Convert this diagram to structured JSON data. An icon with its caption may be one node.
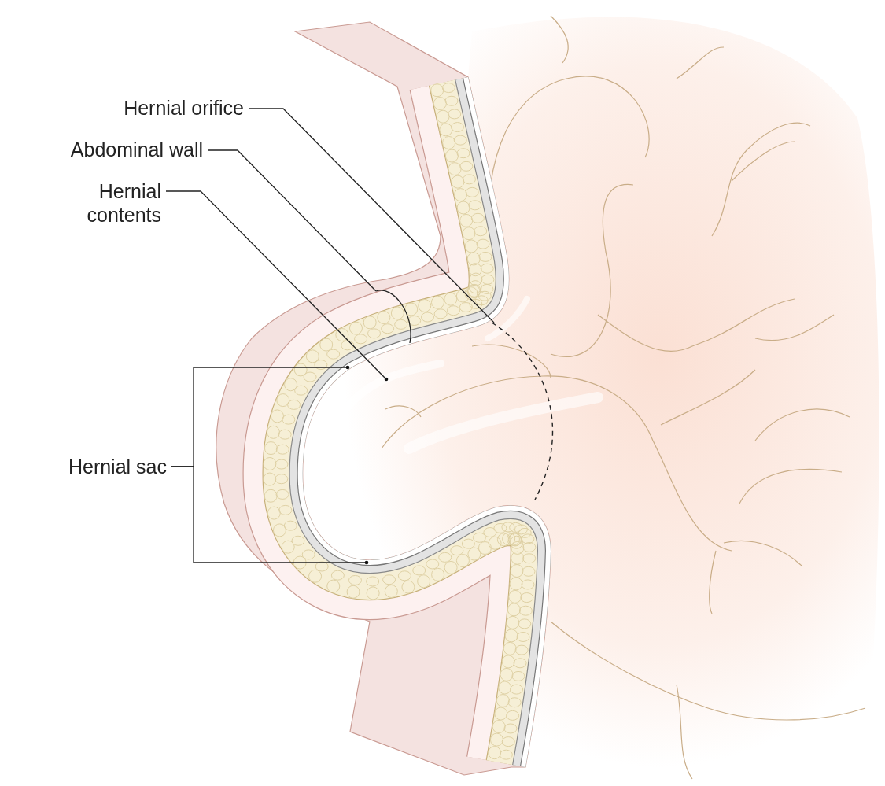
{
  "diagram": {
    "nodes": [
      {
        "text": [
          "Hernial orifice"
        ]
      },
      {
        "text": [
          "Abdominal wall"
        ]
      },
      {
        "text": [
          "Hernial contents"
        ]
      },
      {
        "text": [
          "Hernial sac"
        ]
      },
      {
        "text": [],
        "shape": "arc"
      }
    ],
    "edges": [
      {
        "from": 0,
        "to": null,
        "arrow": "none"
      },
      {
        "from": 1,
        "to": 4,
        "arrow": "none"
      },
      {
        "from": 2,
        "to": null,
        "arrow": "other"
      },
      {
        "from": 3,
        "to": null,
        "arrow": "other"
      },
      {
        "from": 3,
        "to": null,
        "arrow": "other"
      }
    ]
  }
}
